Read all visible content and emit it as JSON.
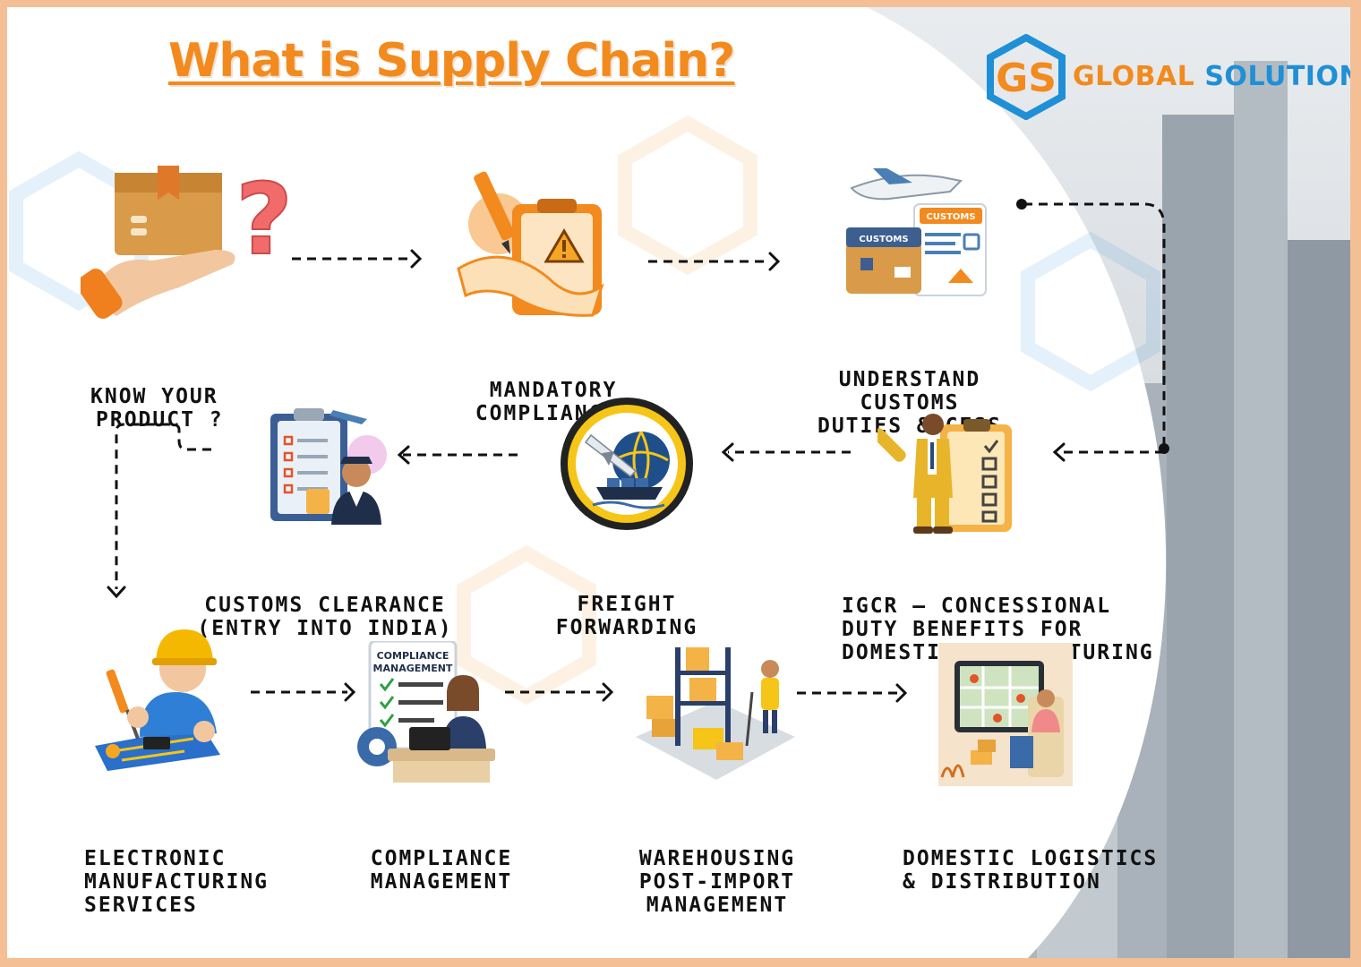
{
  "header": {
    "title": "What is Supply Chain?",
    "logo_mark": "GS",
    "logo_word1": "GLOBAL",
    "logo_word2": "SOLUTION"
  },
  "steps": [
    {
      "lines": [
        "KNOW YOUR",
        "PRODUCT ?"
      ]
    },
    {
      "lines": [
        "MANDATORY",
        "COMPLIANCES"
      ]
    },
    {
      "lines": [
        "UNDERSTAND",
        "CUSTOMS",
        "DUTIES & CESS"
      ]
    },
    {
      "lines": [
        "IGCR — CONCESSIONAL",
        "DUTY BENEFITS FOR",
        "DOMESTIC MANUFACTURING"
      ]
    },
    {
      "lines": [
        "FREIGHT",
        "FORWARDING"
      ]
    },
    {
      "lines": [
        "CUSTOMS CLEARANCE",
        "(ENTRY INTO INDIA)"
      ]
    },
    {
      "lines": [
        "ELECTRONIC",
        "MANUFACTURING",
        "SERVICES"
      ]
    },
    {
      "lines": [
        "COMPLIANCE",
        "MANAGEMENT"
      ]
    },
    {
      "lines": [
        "WAREHOUSING",
        "POST-IMPORT",
        "MANAGEMENT"
      ]
    },
    {
      "lines": [
        "DOMESTIC LOGISTICS",
        "& DISTRIBUTION"
      ]
    }
  ],
  "icon_text": {
    "customs_1": "CUSTOMS",
    "customs_2": "CUSTOMS",
    "compliance_1": "COMPLIANCE",
    "compliance_2": "MANAGEMENT"
  },
  "icons": [
    "box-in-hand-question-icon",
    "checklist-warning-icon",
    "airplane-customs-box-icon",
    "businessman-checklist-icon",
    "freight-globe-ship-plane-icon",
    "customs-officer-clipboard-icon",
    "technician-circuit-board-icon",
    "compliance-desk-icon",
    "warehouse-forklift-icon",
    "logistics-map-screen-icon"
  ],
  "colors": {
    "accent": "#f28a1e",
    "brand_blue": "#1f8fd6",
    "frame": "#f4bf94",
    "text": "#111111"
  }
}
